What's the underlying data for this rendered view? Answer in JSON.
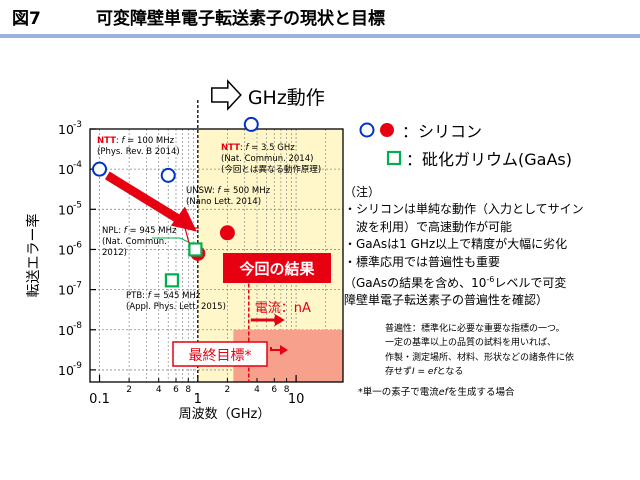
{
  "title": {
    "figure_number": "図7",
    "text": "可変障壁単電子転送素子の現状と目標"
  },
  "colors": {
    "silicon": "#e60012",
    "silicon_outline": "#0033cc",
    "gaas": "#00b050",
    "ghz_region": "#fff7c9",
    "target": "#f7a08b",
    "arrow": "#e60012",
    "title_bar": "#9bb3d6"
  },
  "chart_data": {
    "type": "scatter",
    "xlabel": "周波数（GHz）",
    "ylabel": "転送エラー率",
    "x_scale": "log",
    "y_scale": "log",
    "xlim": [
      0.08,
      30
    ],
    "ylim": [
      5e-10,
      0.001
    ],
    "grid": true,
    "x_major_ticks": [
      {
        "value": 0.1,
        "label": "0.1"
      },
      {
        "value": 1,
        "label": "1"
      },
      {
        "value": 10,
        "label": "10"
      }
    ],
    "x_minor_ticks": [
      {
        "value": 0.2,
        "label": "2"
      },
      {
        "value": 0.4,
        "label": "4"
      },
      {
        "value": 0.6,
        "label": "6"
      },
      {
        "value": 0.8,
        "label": "8"
      },
      {
        "value": 2,
        "label": "2"
      },
      {
        "value": 4,
        "label": "4"
      },
      {
        "value": 6,
        "label": "6"
      },
      {
        "value": 8,
        "label": "8"
      }
    ],
    "y_ticks": [
      {
        "value": 0.001,
        "base": "10",
        "exp": "-3"
      },
      {
        "value": 0.0001,
        "base": "10",
        "exp": "-4"
      },
      {
        "value": 1e-05,
        "base": "10",
        "exp": "-5"
      },
      {
        "value": 1e-06,
        "base": "10",
        "exp": "-6"
      },
      {
        "value": 1e-07,
        "base": "10",
        "exp": "-7"
      },
      {
        "value": 1e-08,
        "base": "10",
        "exp": "-8"
      },
      {
        "value": 1e-09,
        "base": "10",
        "exp": "-9"
      }
    ],
    "ghz_region_start": 1,
    "ghz_label": "GHz動作",
    "current_axis": {
      "value": 3.3,
      "label": "電流：nA"
    },
    "target_region": {
      "x_range": [
        2.3,
        30
      ],
      "y_range": [
        5e-10,
        1e-08
      ],
      "label": "最終目標*"
    },
    "points": [
      {
        "name": "NTT 100MHz",
        "material": "silicon",
        "style": "open",
        "x": 0.1,
        "y": 0.0001
      },
      {
        "name": "UNSW 500MHz",
        "material": "silicon",
        "style": "open",
        "x": 0.5,
        "y": 7e-05
      },
      {
        "name": "NTT 3.5GHz",
        "material": "silicon",
        "style": "open",
        "x": 3.5,
        "y": 0.0013
      },
      {
        "name": "今回 1",
        "material": "silicon",
        "style": "filled",
        "x": 1,
        "y": 8e-07
      },
      {
        "name": "今回 2",
        "material": "silicon",
        "style": "filled",
        "x": 2,
        "y": 2.6e-06
      },
      {
        "name": "NPL 945MHz",
        "material": "gaas",
        "style": "open",
        "x": 0.945,
        "y": 1e-06
      },
      {
        "name": "PTB 545MHz",
        "material": "gaas",
        "style": "open",
        "x": 0.545,
        "y": 1.7e-07
      }
    ],
    "annotations": [
      {
        "id": "ntt1",
        "lines": [
          [
            {
              "t": "NTT",
              "red": true
            },
            {
              "t": ": "
            },
            {
              "t": "f",
              "italic": true
            },
            {
              "t": " = 100 MHz"
            }
          ],
          [
            {
              "t": "(Phys. Rev. B 2014)"
            }
          ]
        ]
      },
      {
        "id": "ntt2",
        "lines": [
          [
            {
              "t": "NTT",
              "red": true
            },
            {
              "t": ": "
            },
            {
              "t": "f",
              "italic": true
            },
            {
              "t": " = 3.5 GHz"
            }
          ],
          [
            {
              "t": "(Nat. Commun. 2014)"
            }
          ],
          [
            {
              "t": "(今回とは異なる動作原理)"
            }
          ]
        ]
      },
      {
        "id": "unsw",
        "lines": [
          [
            {
              "t": "UNSW: "
            },
            {
              "t": "f",
              "italic": true
            },
            {
              "t": " = 500 MHz"
            }
          ],
          [
            {
              "t": "(Nano Lett. 2014)"
            }
          ]
        ]
      },
      {
        "id": "npl",
        "lines": [
          [
            {
              "t": "NPL: "
            },
            {
              "t": "f",
              "italic": true
            },
            {
              "t": " = 945 MHz"
            }
          ],
          [
            {
              "t": "(Nat. Commun."
            }
          ],
          [
            {
              "t": "2012)"
            }
          ]
        ]
      },
      {
        "id": "ptb",
        "lines": [
          [
            {
              "t": "PTB: "
            },
            {
              "t": "f",
              "italic": true
            },
            {
              "t": " = 545 MHz"
            }
          ],
          [
            {
              "t": "(Appl. Phys. Lett. 2015)"
            }
          ]
        ]
      }
    ],
    "result_label": "今回の結果"
  },
  "legend": {
    "silicon_label": "：シリコン",
    "gaas_label": "：砒化ガリウム(GaAs)"
  },
  "note": {
    "heading": "（注）",
    "lines": [
      "・シリコンは単純な動作（入力としてサイン",
      "　波を利用）で高速動作が可能",
      "・GaAsは1 GHz以上で精度が大幅に劣化",
      "・標準応用では普遍性も重要",
      "（GaAsの結果を含め、10",
      "障壁単電子転送素子の普遍性を確認）"
    ],
    "sup": "-6",
    "line5_tail": "レベルで可変"
  },
  "subnote": {
    "lines": [
      "普遍性：標準化に必要な重要な指標の一つ。",
      "一定の基準以上の品質の試料を用いれば、",
      "作製・測定場所、材料、形状などの諸条件に依",
      "存せず"
    ],
    "formula": "I = ef",
    "tail": "となる"
  },
  "footnote": {
    "prefix": "*単一の素子で電流",
    "formula": "ef",
    "suffix": "を生成する場合"
  }
}
